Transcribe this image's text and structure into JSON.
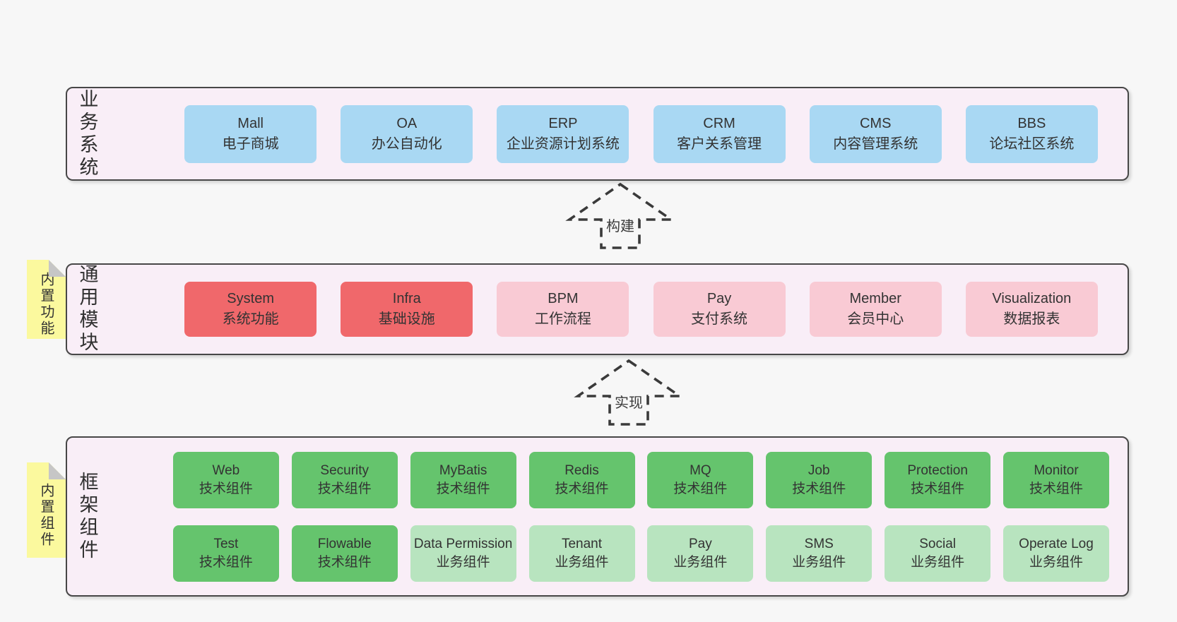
{
  "colors": {
    "page_bg": "#f7f7f7",
    "panel_bg": "#f9eef7",
    "panel_border": "#474747",
    "blue_box": "#a9d8f3",
    "red_box": "#f0686b",
    "pink_box": "#f9cad4",
    "green_box": "#65c46d",
    "light_green_box": "#b8e4bf",
    "note_yellow": "#fbf99e",
    "note_fold_gray": "#c6c6c6",
    "arrow_stroke": "#3a3a3a",
    "text": "#333333"
  },
  "sections": {
    "business": {
      "label": "业务系统",
      "items": [
        {
          "name": "Mall",
          "sub": "电子商城"
        },
        {
          "name": "OA",
          "sub": "办公自动化"
        },
        {
          "name": "ERP",
          "sub": "企业资源计划系统"
        },
        {
          "name": "CRM",
          "sub": "客户关系管理"
        },
        {
          "name": "CMS",
          "sub": "内容管理系统"
        },
        {
          "name": "BBS",
          "sub": "论坛社区系统"
        }
      ]
    },
    "arrow_build": {
      "label": "构建"
    },
    "common": {
      "tag": "内置功能",
      "label": "通用模块",
      "items": [
        {
          "name": "System",
          "sub": "系统功能"
        },
        {
          "name": "Infra",
          "sub": "基础设施"
        },
        {
          "name": "BPM",
          "sub": "工作流程"
        },
        {
          "name": "Pay",
          "sub": "支付系统"
        },
        {
          "name": "Member",
          "sub": "会员中心"
        },
        {
          "name": "Visualization",
          "sub": "数据报表"
        }
      ]
    },
    "arrow_implement": {
      "label": "实现"
    },
    "framework": {
      "tag": "内置组件",
      "label": "框架组件",
      "rows": [
        [
          {
            "name": "Web",
            "sub": "技术组件"
          },
          {
            "name": "Security",
            "sub": "技术组件"
          },
          {
            "name": "MyBatis",
            "sub": "技术组件"
          },
          {
            "name": "Redis",
            "sub": "技术组件"
          },
          {
            "name": "MQ",
            "sub": "技术组件"
          },
          {
            "name": "Job",
            "sub": "技术组件"
          },
          {
            "name": "Protection",
            "sub": "技术组件"
          },
          {
            "name": "Monitor",
            "sub": "技术组件"
          }
        ],
        [
          {
            "name": "Test",
            "sub": "技术组件"
          },
          {
            "name": "Flowable",
            "sub": "技术组件"
          },
          {
            "name": "Data Permission",
            "sub": "业务组件"
          },
          {
            "name": "Tenant",
            "sub": "业务组件"
          },
          {
            "name": "Pay",
            "sub": "业务组件"
          },
          {
            "name": "SMS",
            "sub": "业务组件"
          },
          {
            "name": "Social",
            "sub": "业务组件"
          },
          {
            "name": "Operate Log",
            "sub": "业务组件"
          }
        ]
      ]
    }
  }
}
